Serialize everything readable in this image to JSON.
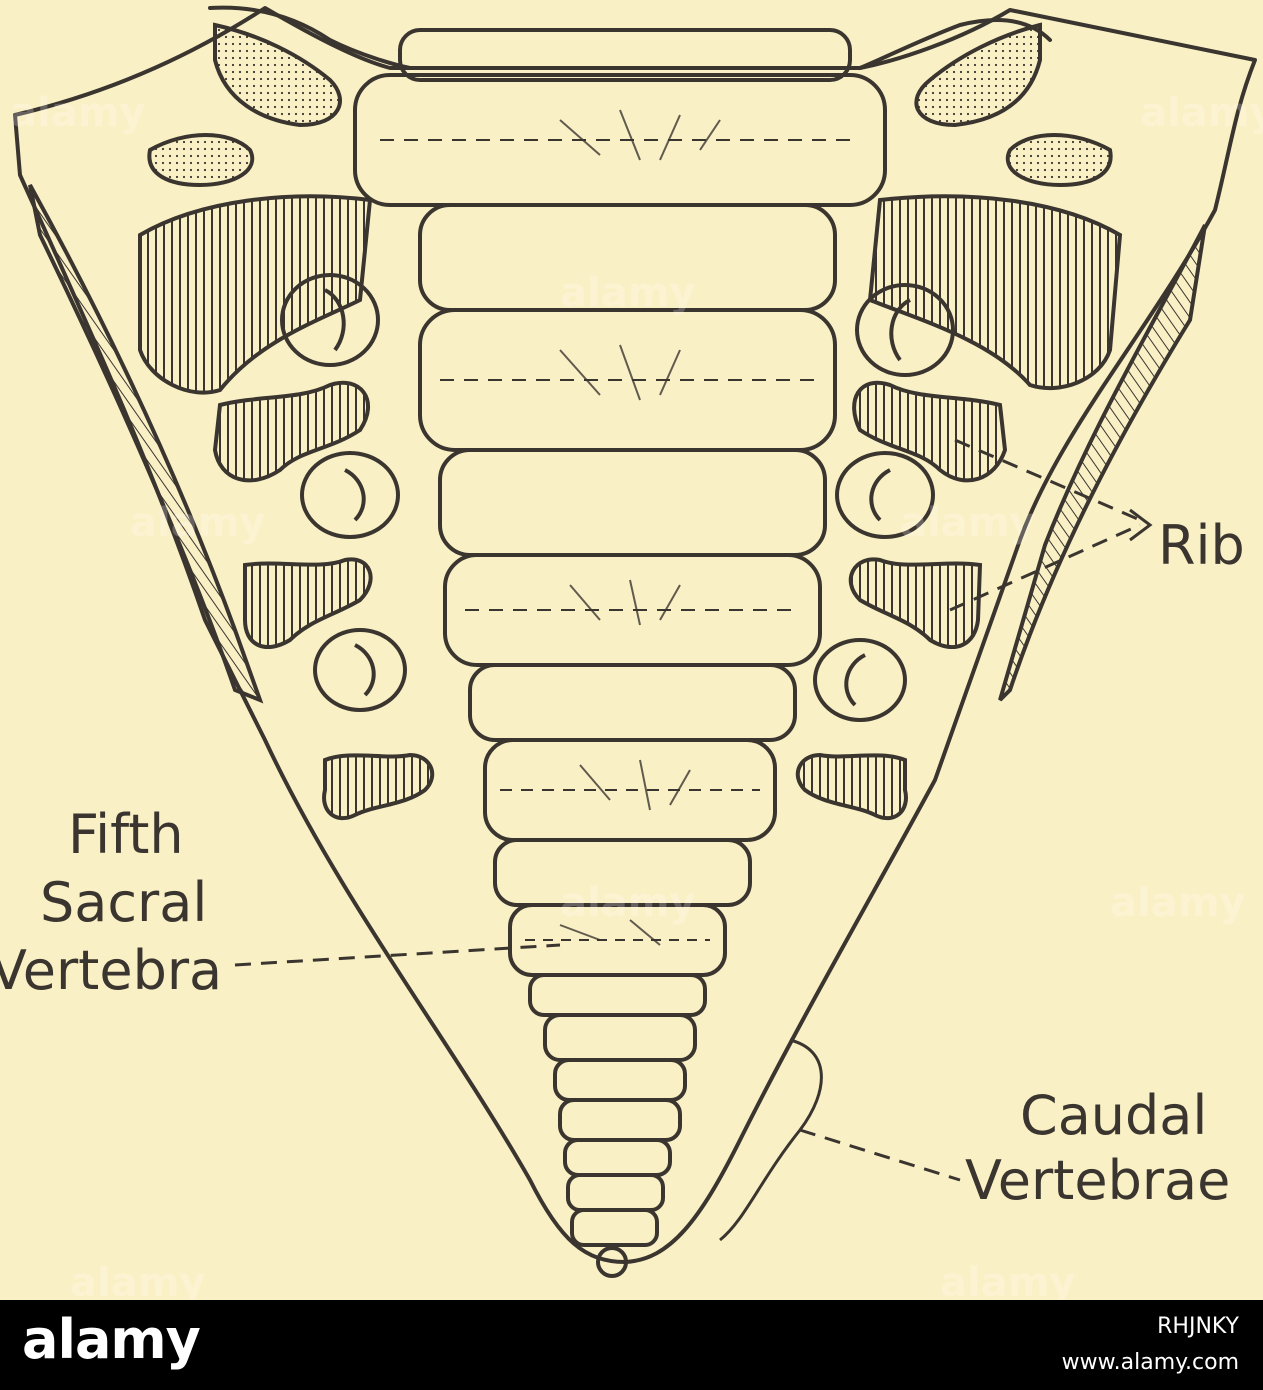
{
  "labels": {
    "ribs": "Rib",
    "fifth_line1": "Fifth",
    "fifth_line2": "Sacral",
    "fifth_line3": "Vertebra",
    "caudal_line1": "Caudal",
    "caudal_line2": "Vertebrae"
  },
  "watermark": "alamy",
  "footer": {
    "logo": "alamy",
    "image_id": "RHJNKY",
    "url": "www.alamy.com"
  },
  "colors": {
    "background": "#faf0c5",
    "ink": "#3b3530",
    "footer": "#000000"
  }
}
